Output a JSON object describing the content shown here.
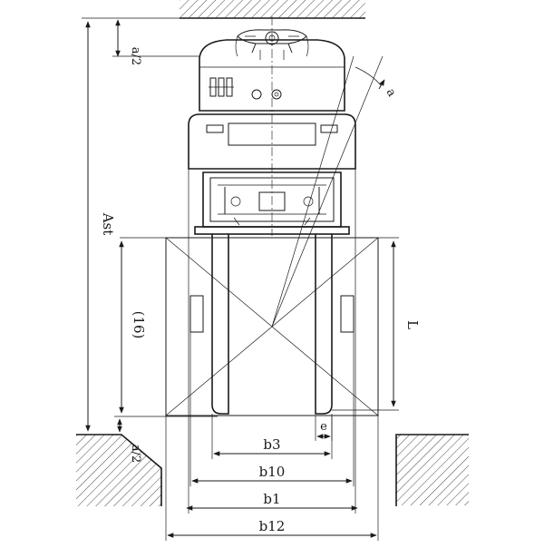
{
  "labels": {
    "half_a_top": "a/2",
    "half_a_bottom": "a/2",
    "angle": "a",
    "ast": "Ast",
    "l6": "(16)",
    "length_l": "L",
    "e": "e",
    "b3": "b3",
    "b10": "b10",
    "b1": "b1",
    "b12": "b12"
  },
  "colors": {
    "line": "#1a1a1a",
    "background": "#ffffff"
  }
}
